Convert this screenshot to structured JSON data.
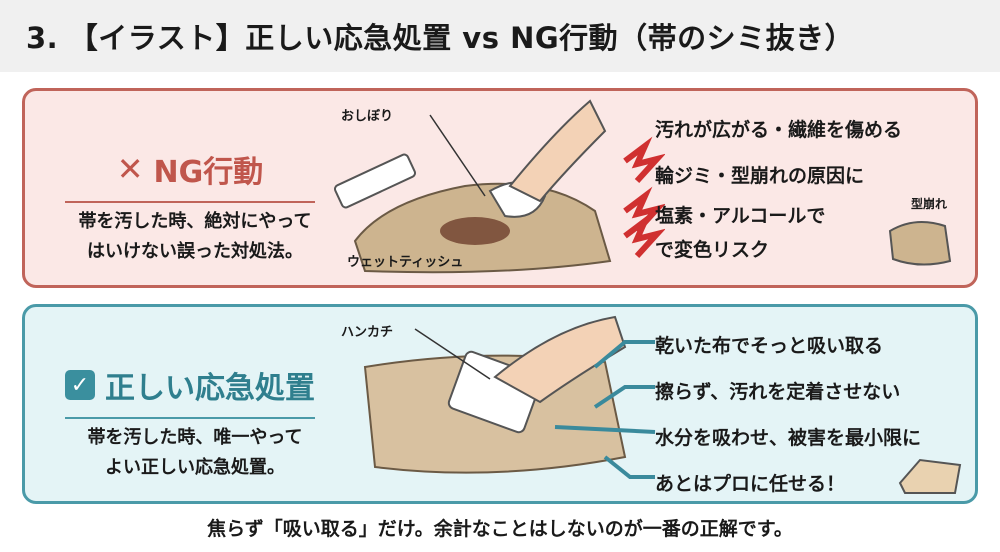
{
  "title": "3. 【イラスト】正しい応急処置 vs NG行動（帯のシミ抜き）",
  "ng": {
    "heading": "NG行動",
    "icon": "x-mark-icon",
    "description": [
      "帯を汚した時、絶対にやって",
      "はいけない誤った対処法。"
    ],
    "labels": {
      "oshibori": "おしぼり",
      "wet_tissue": "ウェットティッシュ",
      "deformed": "型崩れ"
    },
    "items": [
      "汚れが広がる・繊維を傷める",
      "輪ジミ・型崩れの原因に",
      "塩素・アルコールで",
      "で変色リスク"
    ],
    "accent": "#c0645a"
  },
  "ok": {
    "heading": "正しい応急処置",
    "icon": "checkbox-icon",
    "description": [
      "帯を汚した時、唯一やって",
      "よい正しい応急処置。"
    ],
    "labels": {
      "handkerchief": "ハンカチ"
    },
    "items": [
      "乾いた布でそっと吸い取る",
      "擦らず、汚れを定着させない",
      "水分を吸わせ、被害を最小限に",
      "あとはプロに任せる！"
    ],
    "accent": "#4a9aa8"
  },
  "footer": "焦らず「吸い取る」だけ。余計なことはしないのが一番の正解です。"
}
